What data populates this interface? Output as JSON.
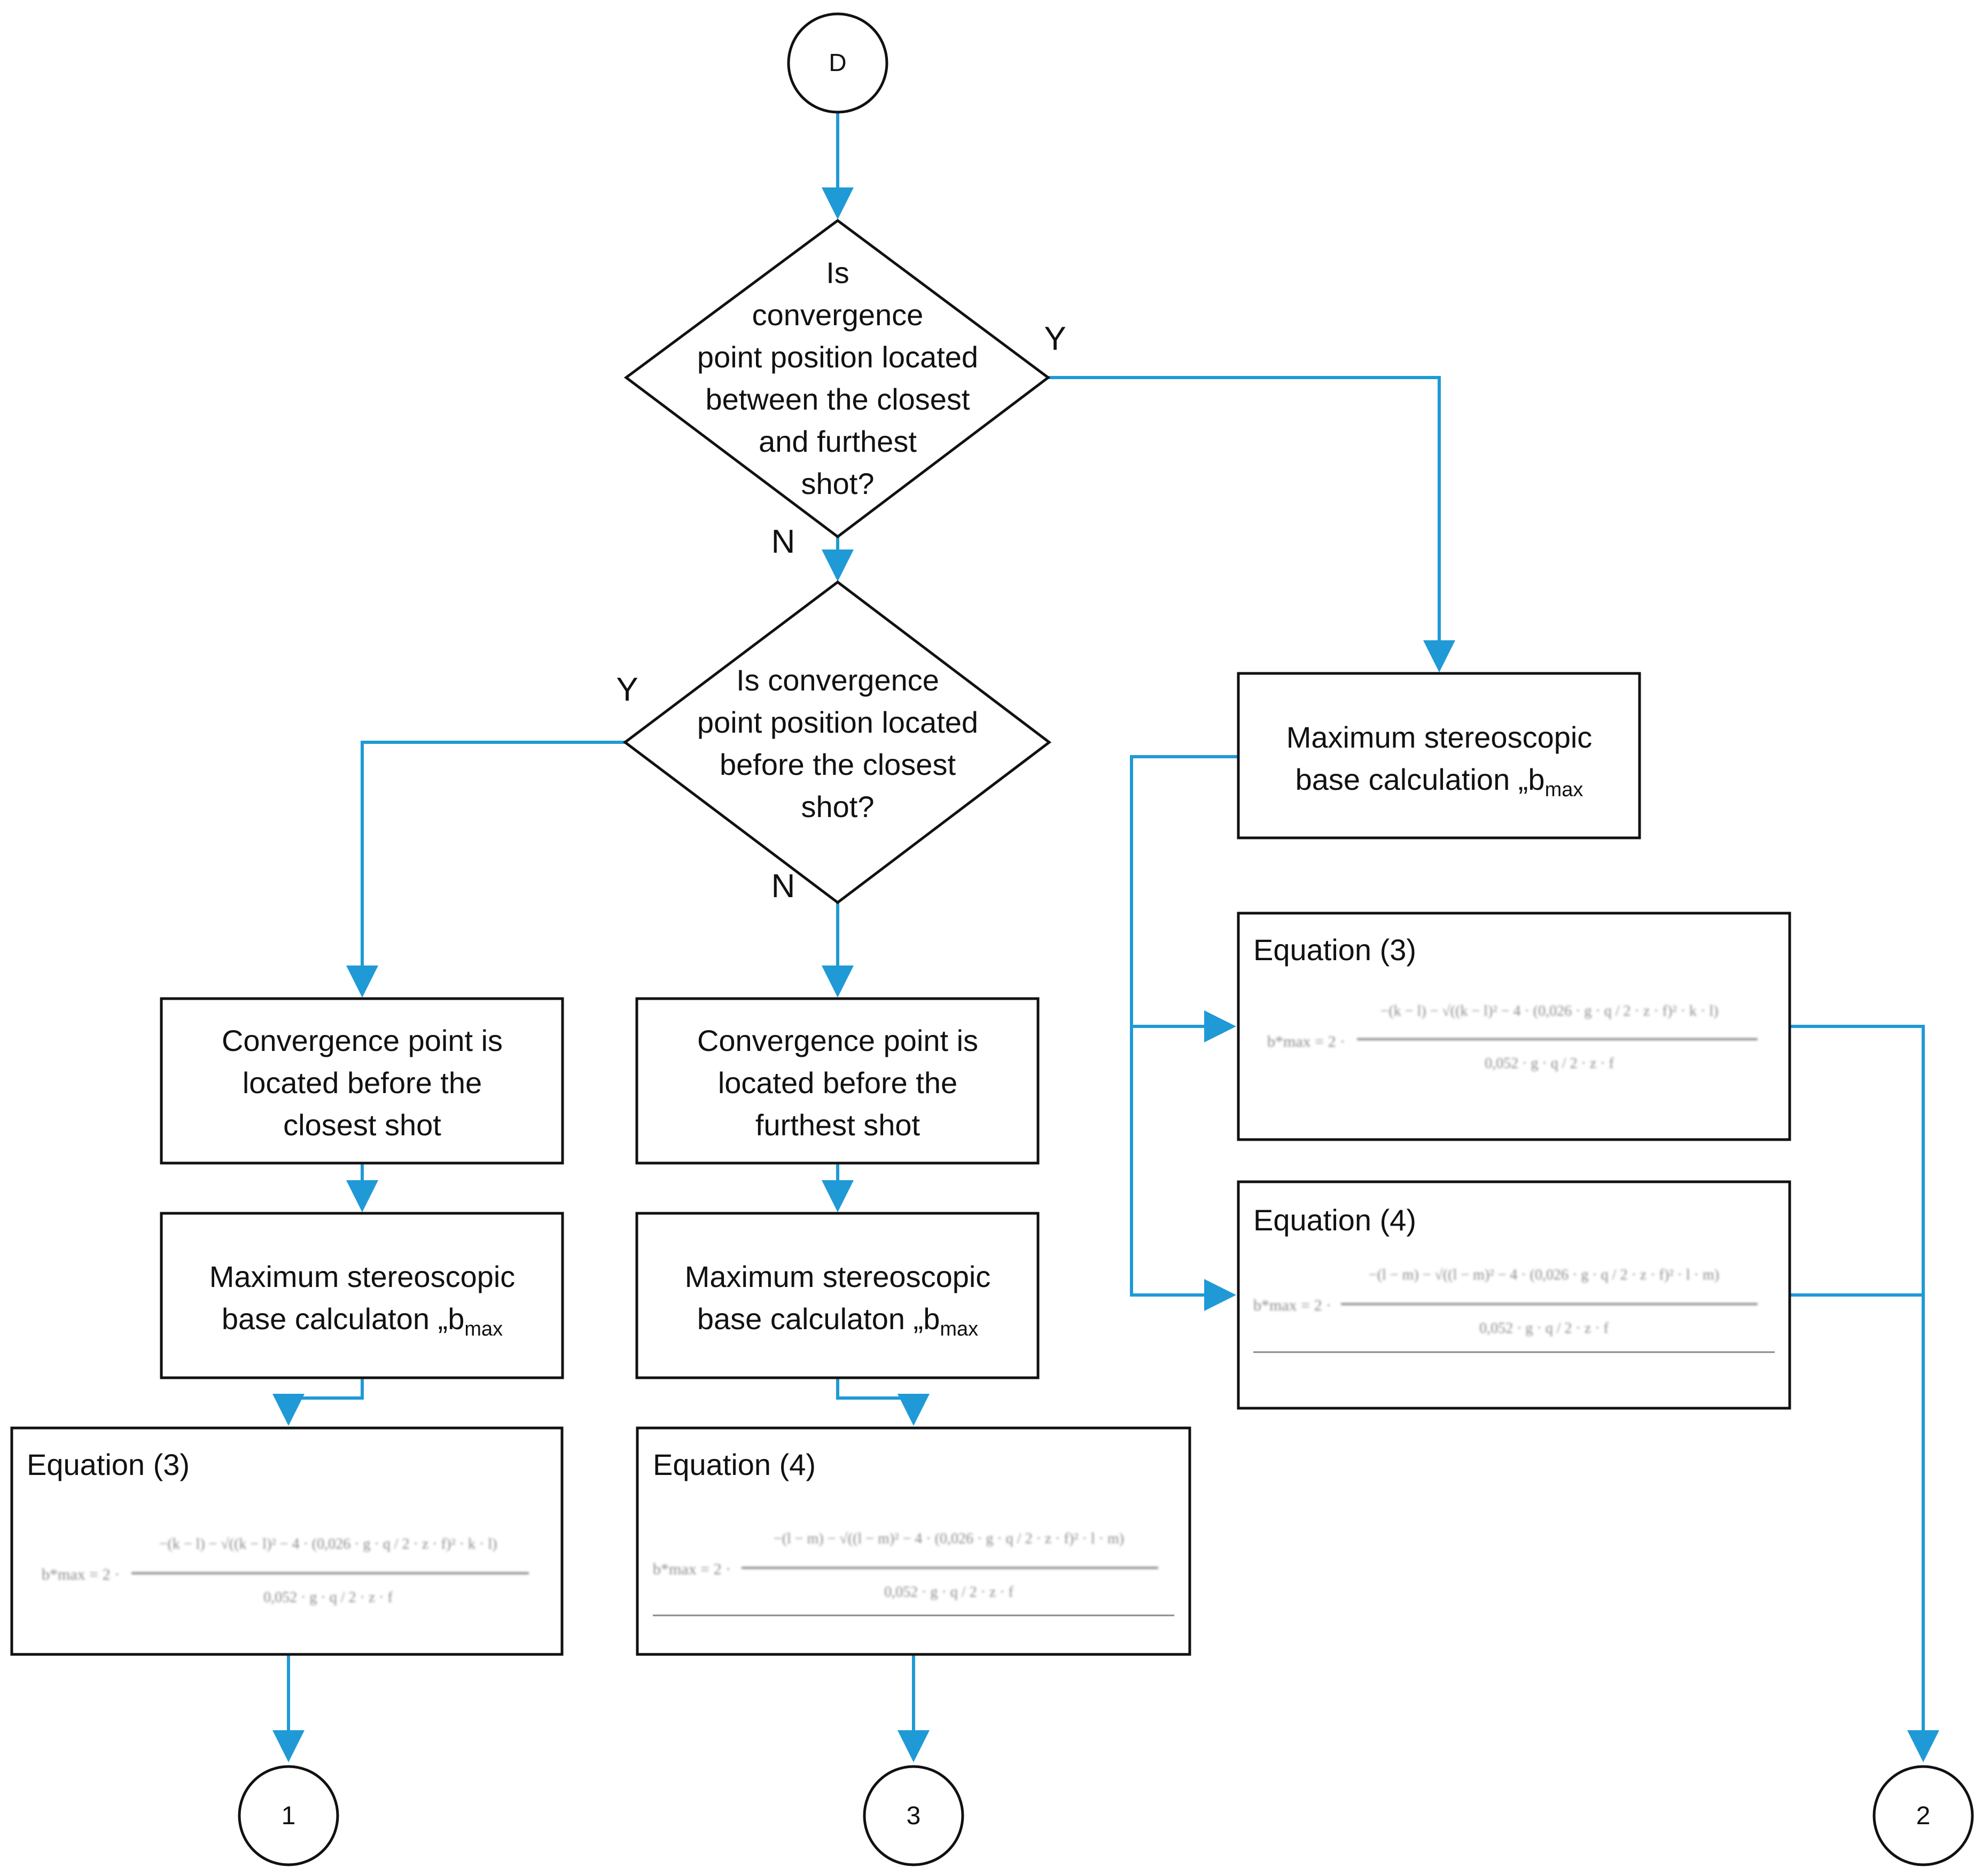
{
  "colors": {
    "connector": "#1f9ad6",
    "stroke": "#111111",
    "text": "#111111",
    "formula": "#8a8a8a"
  },
  "connectors": {
    "D": "D",
    "one": "1",
    "two": "2",
    "three": "3"
  },
  "decisions": {
    "d1": {
      "lines": [
        "Is",
        "convergence",
        "point position located",
        "between the closest",
        "and furthest",
        "shot?"
      ],
      "yes": "Y",
      "no": "N"
    },
    "d2": {
      "lines": [
        "Is convergence",
        "point position located",
        "before the closest",
        "shot?"
      ],
      "yes": "Y",
      "no": "N"
    }
  },
  "boxes": {
    "conv_closest": {
      "lines": [
        "Convergence point is",
        "located before the",
        "closest shot"
      ]
    },
    "conv_furthest": {
      "lines": [
        "Convergence point is",
        "located before the",
        "furthest shot"
      ]
    },
    "maxbase_left": {
      "line1": "Maximum stereoscopic",
      "line2": "base calculaton „b",
      "sub": "max"
    },
    "maxbase_mid": {
      "line1": "Maximum stereoscopic",
      "line2": "base calculaton „b",
      "sub": "max"
    },
    "maxbase_right": {
      "line1": "Maximum stereoscopic",
      "line2": "base calculation „b",
      "sub": "max"
    }
  },
  "equations": {
    "eq3_left": {
      "label": "Equation (3)",
      "lhs": "b*max = 2 ·",
      "num": "−(k − l) − √((k − l)² − 4 · (0,026 · g · q / 2 · z · f)² · k · l)",
      "den": "0,052 · g · q / 2 · z · f"
    },
    "eq4_mid": {
      "label": "Equation (4)",
      "lhs": "b*max = 2 ·",
      "num": "−(l − m) − √((l − m)² − 4 · (0,026 · g · q / 2 · z · f)² · l · m)",
      "den": "0,052 · g · q / 2 · z · f"
    },
    "eq3_right": {
      "label": "Equation (3)",
      "lhs": "b*max = 2 ·",
      "num": "−(k − l) − √((k − l)² − 4 · (0,026 · g · q / 2 · z · f)² · k · l)",
      "den": "0,052 · g · q / 2 · z · f"
    },
    "eq4_right": {
      "label": "Equation (4)",
      "lhs": "b*max = 2 ·",
      "num": "−(l − m) − √((l − m)² − 4 · (0,026 · g · q / 2 · z · f)² · l · m)",
      "den": "0,052 · g · q / 2 · z · f"
    }
  }
}
